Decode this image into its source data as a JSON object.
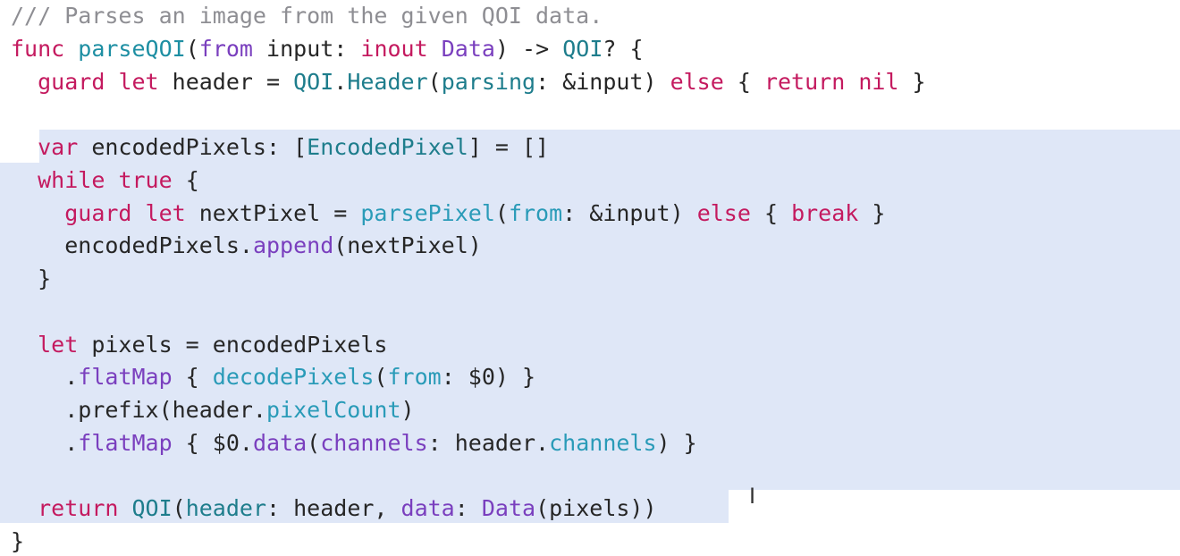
{
  "code_lines": [
    [
      [
        "/// Parses an image from the given QOI data.",
        "c-comment"
      ]
    ],
    [
      [
        "func",
        "c-kw"
      ],
      [
        " ",
        "c-plain"
      ],
      [
        "parseQOI",
        "c-decl"
      ],
      [
        "(",
        "c-plain"
      ],
      [
        "from",
        "c-fn"
      ],
      [
        " input: ",
        "c-plain"
      ],
      [
        "inout",
        "c-kw"
      ],
      [
        " ",
        "c-plain"
      ],
      [
        "Data",
        "c-fn"
      ],
      [
        ") -> ",
        "c-plain"
      ],
      [
        "QOI",
        "c-type"
      ],
      [
        "? {",
        "c-plain"
      ]
    ],
    [
      [
        "  ",
        "c-plain"
      ],
      [
        "guard",
        "c-kw"
      ],
      [
        " ",
        "c-plain"
      ],
      [
        "let",
        "c-kw"
      ],
      [
        " header = ",
        "c-plain"
      ],
      [
        "QOI",
        "c-type"
      ],
      [
        ".",
        "c-plain"
      ],
      [
        "Header",
        "c-type"
      ],
      [
        "(",
        "c-plain"
      ],
      [
        "parsing",
        "c-type"
      ],
      [
        ": &input) ",
        "c-plain"
      ],
      [
        "else",
        "c-kw"
      ],
      [
        " { ",
        "c-plain"
      ],
      [
        "return",
        "c-kw"
      ],
      [
        " ",
        "c-plain"
      ],
      [
        "nil",
        "c-kw"
      ],
      [
        " }",
        "c-plain"
      ]
    ],
    [],
    [
      [
        "  ",
        "c-plain"
      ],
      [
        "var",
        "c-kw"
      ],
      [
        " encodedPixels: [",
        "c-plain"
      ],
      [
        "EncodedPixel",
        "c-type"
      ],
      [
        "] = []",
        "c-plain"
      ]
    ],
    [
      [
        "  ",
        "c-plain"
      ],
      [
        "while",
        "c-kw"
      ],
      [
        " ",
        "c-plain"
      ],
      [
        "true",
        "c-kw"
      ],
      [
        " {",
        "c-plain"
      ]
    ],
    [
      [
        "    ",
        "c-plain"
      ],
      [
        "guard",
        "c-kw"
      ],
      [
        " ",
        "c-plain"
      ],
      [
        "let",
        "c-kw"
      ],
      [
        " nextPixel = ",
        "c-plain"
      ],
      [
        "parsePixel",
        "c-prop"
      ],
      [
        "(",
        "c-plain"
      ],
      [
        "from",
        "c-prop"
      ],
      [
        ": &input) ",
        "c-plain"
      ],
      [
        "else",
        "c-kw"
      ],
      [
        " { ",
        "c-plain"
      ],
      [
        "break",
        "c-kw"
      ],
      [
        " }",
        "c-plain"
      ]
    ],
    [
      [
        "    encodedPixels.",
        "c-plain"
      ],
      [
        "append",
        "c-fn"
      ],
      [
        "(nextPixel)",
        "c-plain"
      ]
    ],
    [
      [
        "  }",
        "c-plain"
      ]
    ],
    [],
    [
      [
        "  ",
        "c-plain"
      ],
      [
        "let",
        "c-kw"
      ],
      [
        " pixels = encodedPixels",
        "c-plain"
      ]
    ],
    [
      [
        "    .",
        "c-plain"
      ],
      [
        "flatMap",
        "c-fn"
      ],
      [
        " { ",
        "c-plain"
      ],
      [
        "decodePixels",
        "c-prop"
      ],
      [
        "(",
        "c-plain"
      ],
      [
        "from",
        "c-prop"
      ],
      [
        ": $0) }",
        "c-plain"
      ]
    ],
    [
      [
        "    .prefix(header.",
        "c-plain"
      ],
      [
        "pixelCount",
        "c-prop"
      ],
      [
        ")",
        "c-plain"
      ]
    ],
    [
      [
        "    .",
        "c-plain"
      ],
      [
        "flatMap",
        "c-fn"
      ],
      [
        " { $0.",
        "c-plain"
      ],
      [
        "data",
        "c-fn"
      ],
      [
        "(",
        "c-plain"
      ],
      [
        "channels",
        "c-fn"
      ],
      [
        ": header.",
        "c-plain"
      ],
      [
        "channels",
        "c-prop"
      ],
      [
        ") }",
        "c-plain"
      ]
    ],
    [],
    [
      [
        "  ",
        "c-plain"
      ],
      [
        "return",
        "c-kw"
      ],
      [
        " ",
        "c-plain"
      ],
      [
        "QOI",
        "c-type"
      ],
      [
        "(",
        "c-plain"
      ],
      [
        "header",
        "c-type"
      ],
      [
        ": header, ",
        "c-plain"
      ],
      [
        "data",
        "c-fn"
      ],
      [
        ": ",
        "c-plain"
      ],
      [
        "Data",
        "c-fn"
      ],
      [
        "(pixels))",
        "c-plain"
      ]
    ],
    [
      [
        "}",
        "c-plain"
      ]
    ]
  ]
}
